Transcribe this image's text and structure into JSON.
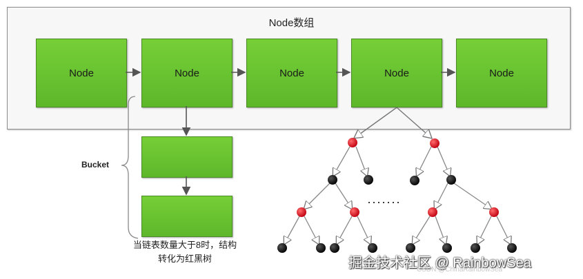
{
  "array": {
    "title": "Node数组",
    "nodes": [
      "Node",
      "Node",
      "Node",
      "Node",
      "Node"
    ]
  },
  "bucket": {
    "label": "Bucket",
    "note_line1": "当链表数量大于8时，结构",
    "note_line2": "转化为红黑树"
  },
  "tree": {
    "ellipsis": "·······"
  },
  "watermark": {
    "main": "掘金技术社区 @ RainbowSea",
    "sub": "CSDN @ChinaRainbowSea"
  },
  "colors": {
    "node_green": "#6cc331",
    "red_node": "#e0101a",
    "black_node": "#0a0a0a",
    "arrow": "#555555"
  }
}
